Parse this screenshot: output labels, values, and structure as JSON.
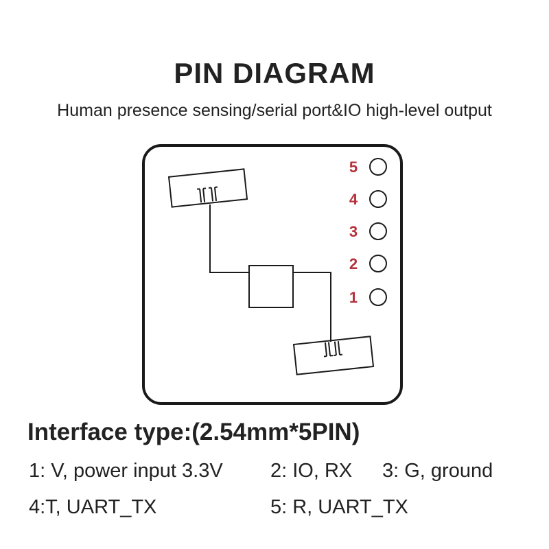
{
  "header": {
    "title": "PIN DIAGRAM",
    "subtitle": "Human presence sensing/serial port&IO high-level output"
  },
  "board": {
    "pins": [
      {
        "number": "5"
      },
      {
        "number": "4"
      },
      {
        "number": "3"
      },
      {
        "number": "2"
      },
      {
        "number": "1"
      }
    ],
    "pin_label_color": "#b5303a",
    "outline_color": "#1a1a1a"
  },
  "interface": {
    "title": "Interface type:(2.54mm*5PIN)",
    "descriptions": {
      "pin1": "1: V, power input 3.3V",
      "pin2": "2: IO, RX",
      "pin3": "3: G, ground",
      "pin4": "4:T, UART_TX",
      "pin5": "5: R, UART_TX"
    }
  }
}
